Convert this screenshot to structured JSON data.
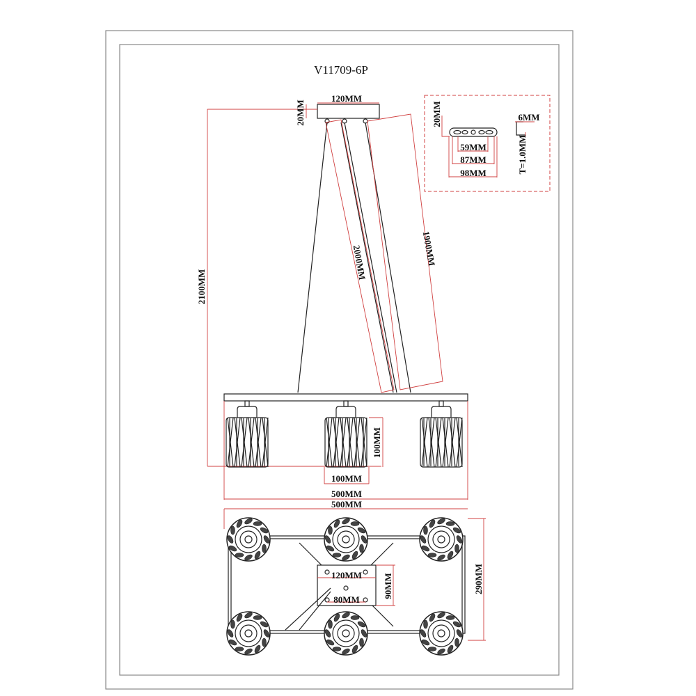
{
  "title": "V11709-6P",
  "elevation": {
    "canopy_width": "120MM",
    "canopy_height": "20MM",
    "total_height": "2100MM",
    "cable_length_a": "2000MM",
    "cable_length_b": "1900MM",
    "shade_height": "100MM",
    "shade_width": "100MM",
    "bar_length": "500MM",
    "overall_length": "500MM"
  },
  "bracket_detail": {
    "height": "20MM",
    "hole_spacing_inner": "59MM",
    "hole_spacing_outer": "87MM",
    "length": "98MM",
    "flange": "6MM",
    "thickness": "T=1.0MM"
  },
  "plan": {
    "plate_width": "120MM",
    "plate_hole_spacing": "80MM",
    "plate_height": "90MM",
    "frame_depth": "290MM"
  },
  "colors": {
    "dimension": "#d04040",
    "line": "#222222",
    "border": "#888888"
  }
}
